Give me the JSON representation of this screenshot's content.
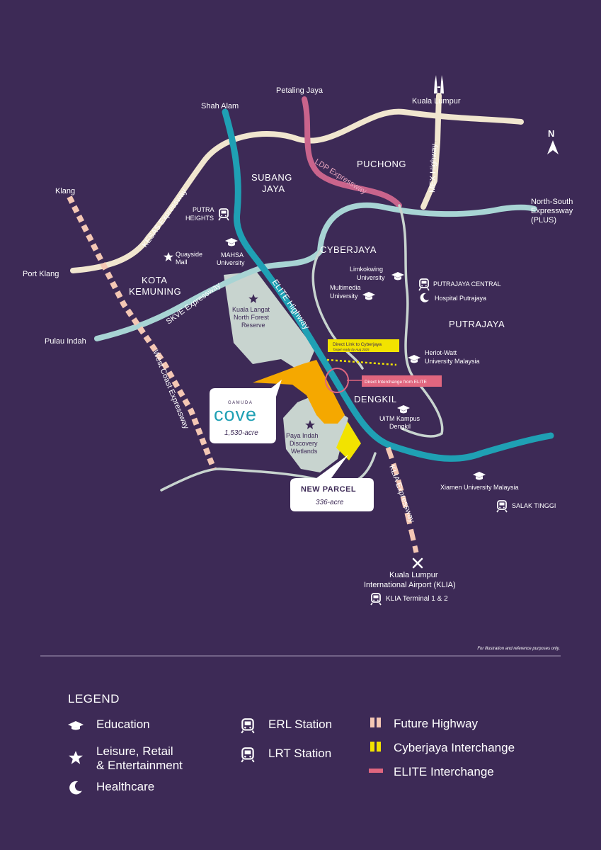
{
  "colors": {
    "background": "#3d2a56",
    "highway": "#f1e6cf",
    "elite_highway": "#1fa0b4",
    "north_south": "#a8d4d4",
    "ldp": "#c9648c",
    "future_highway": "#f4c7b4",
    "cyberjaya_interchange": "#f2e300",
    "elite_interchange": "#e0667f",
    "gamuda_cove_land": "#f5a800",
    "new_parcel_land": "#f2e300",
    "reserve_land": "#c8d4cf"
  },
  "compass": {
    "label": "N"
  },
  "places": {
    "petaling_jaya": "Petaling Jaya",
    "shah_alam": "Shah Alam",
    "kuala_lumpur": "Kuala Lumpur",
    "klang": "Klang",
    "port_klang": "Port Klang",
    "pulau_indah": "Pulau Indah",
    "subang_jaya_1": "SUBANG",
    "subang_jaya_2": "JAYA",
    "puchong": "PUCHONG",
    "cyberjaya": "CYBERJAYA",
    "putrajaya": "PUTRAJAYA",
    "kota_kemuning_1": "KOTA",
    "kota_kemuning_2": "KEMUNING",
    "dengkil": "DENGKIL",
    "north_south_1": "North-South",
    "north_south_2": "Expressway",
    "north_south_3": "(PLUS)",
    "klia_1": "Kuala Lumpur",
    "klia_2": "International Airport (KLIA)"
  },
  "roads": {
    "kesas": "KESAS Expressway",
    "ldp": "LDP Expressway",
    "mex": "MEX Highway",
    "skve": "SKVE Expressway",
    "elite": "ELITE Highway",
    "west_coast": "West Coast Expressway",
    "klia_exp": "KLIA Expressway"
  },
  "pois": {
    "putra_heights_1": "PUTRA",
    "putra_heights_2": "HEIGHTS",
    "quayside_1": "Quayside",
    "quayside_2": "Mall",
    "mahsa_1": "MAHSA",
    "mahsa_2": "University",
    "limkokwing_1": "Limkokwing",
    "limkokwing_2": "University",
    "mmu_1": "Multimedia",
    "mmu_2": "University",
    "putrajaya_central": "PUTRAJAYA CENTRAL",
    "hospital_putrajaya": "Hospital Putrajaya",
    "heriot_1": "Heriot-Watt",
    "heriot_2": "University Malaysia",
    "uitm_1": "UiTM Kampus",
    "uitm_2": "Dengkil",
    "xiamen": "Xiamen University Malaysia",
    "salak_tinggi": "SALAK TINGGI",
    "klia_terminal": "KLIA Terminal 1 & 2",
    "kuala_langat_1": "Kuala Langat",
    "kuala_langat_2": "North Forest",
    "kuala_langat_3": "Reserve",
    "paya_indah_1": "Paya Indah",
    "paya_indah_2": "Discovery",
    "paya_indah_3": "Wetlands"
  },
  "callouts": {
    "direct_link": "Direct Link to Cyberjaya",
    "direct_link_sub": "Target ready by Aug 2025",
    "elite_interchange": "Direct Interchange from ELITE",
    "gamuda_brand": "GAMUDA",
    "gamuda_logo": "cove",
    "gamuda_area": "1,530-acre",
    "new_parcel": "NEW PARCEL",
    "new_parcel_area": "336-acre"
  },
  "disclaimer": "For illustration and reference purposes only.",
  "legend": {
    "title": "LEGEND",
    "education": "Education",
    "leisure_1": "Leisure, Retail",
    "leisure_2": "& Entertainment",
    "healthcare": "Healthcare",
    "erl": "ERL Station",
    "lrt": "LRT Station",
    "future_highway": "Future Highway",
    "cyberjaya_interchange": "Cyberjaya Interchange",
    "elite_interchange": "ELITE Interchange"
  }
}
